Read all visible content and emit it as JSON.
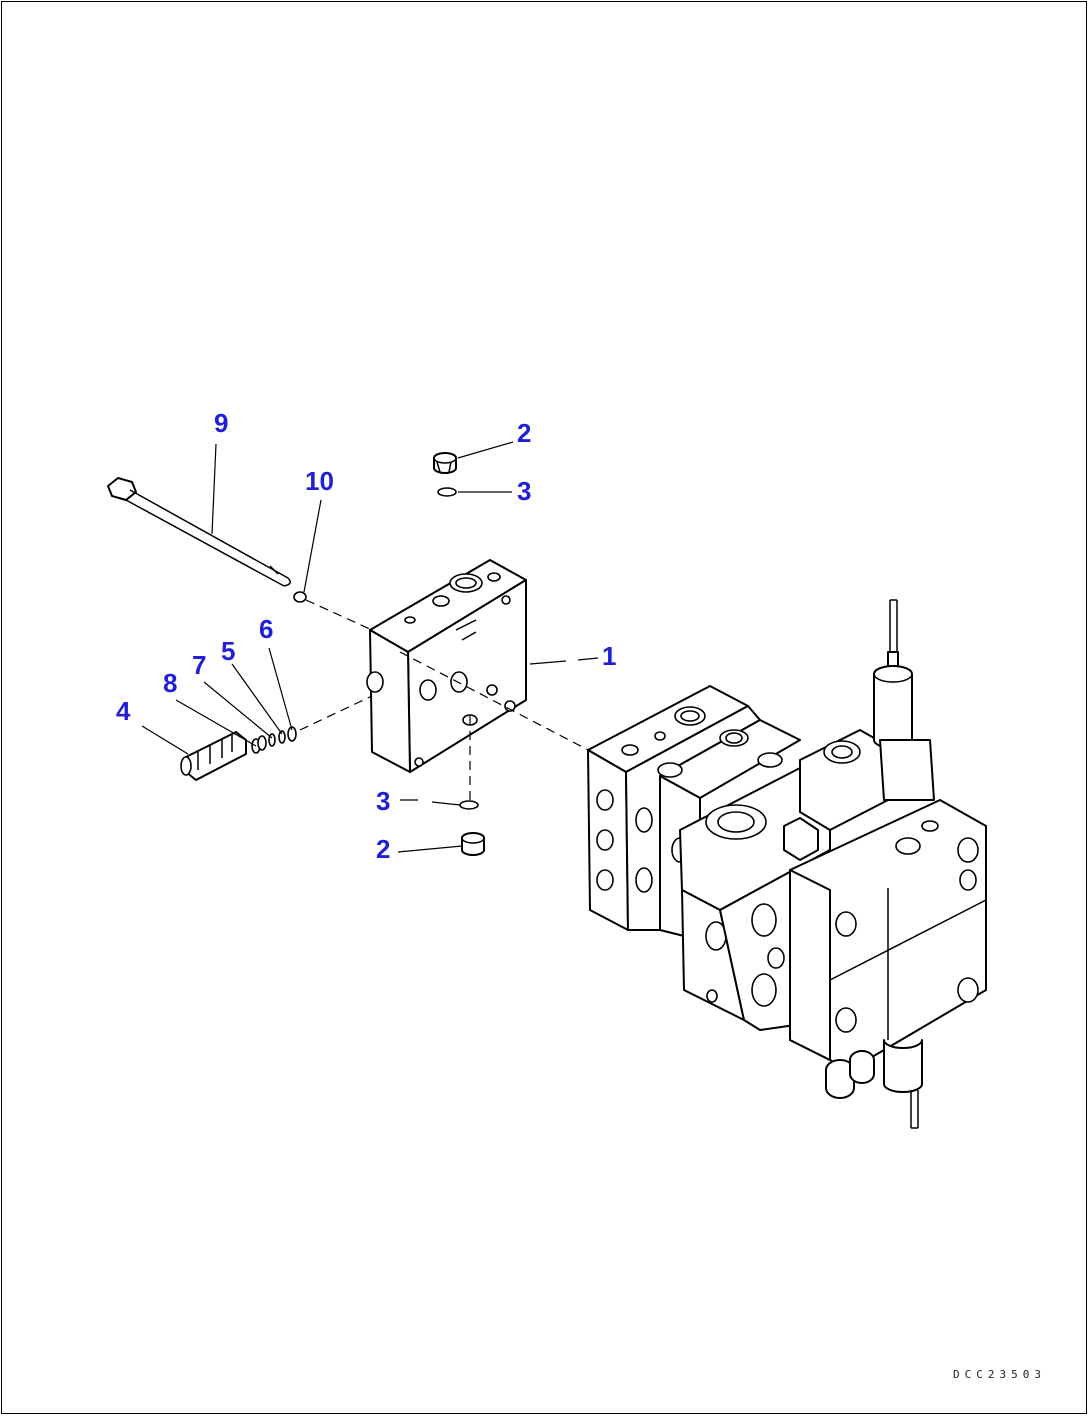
{
  "diagram": {
    "drawing_code": "DCC23503",
    "callouts": [
      {
        "id": "c9",
        "label": "9"
      },
      {
        "id": "c10",
        "label": "10"
      },
      {
        "id": "c2a",
        "label": "2"
      },
      {
        "id": "c3a",
        "label": "3"
      },
      {
        "id": "c1",
        "label": "1"
      },
      {
        "id": "c6",
        "label": "6"
      },
      {
        "id": "c5",
        "label": "5"
      },
      {
        "id": "c7",
        "label": "7"
      },
      {
        "id": "c8",
        "label": "8"
      },
      {
        "id": "c4",
        "label": "4"
      },
      {
        "id": "c3b",
        "label": "3"
      },
      {
        "id": "c2b",
        "label": "2"
      }
    ]
  },
  "colors": {
    "callout_text": "#1f1fd8",
    "line_art": "#000000",
    "background": "#ffffff"
  }
}
